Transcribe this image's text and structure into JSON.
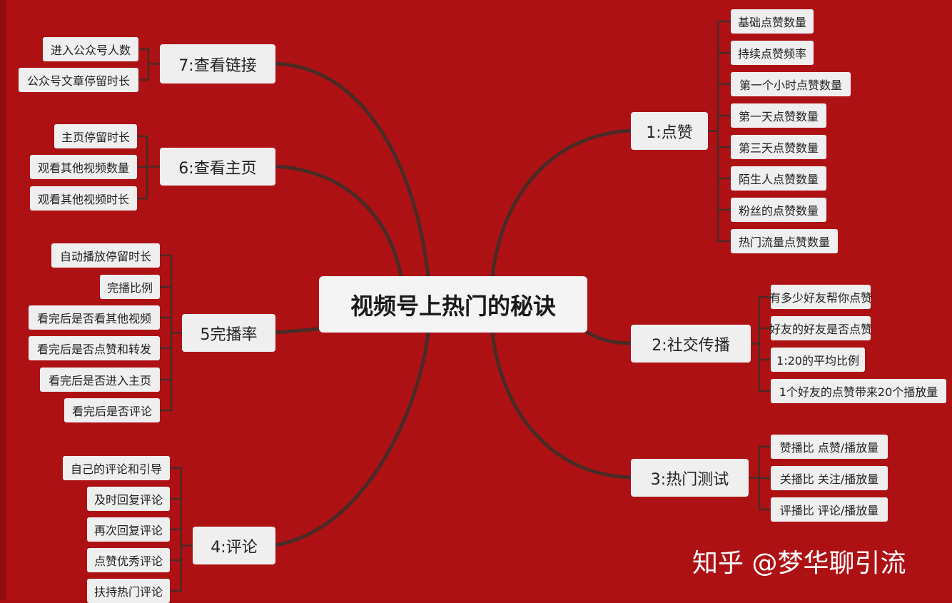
{
  "center": "视频号上热门的秘诀",
  "watermark": "知乎 @梦华聊引流",
  "branches": [
    {
      "label": "1:点赞",
      "leaves": [
        "基础点赞数量",
        "持续点赞频率",
        "第一个小时点赞数量",
        "第一天点赞数量",
        "第三天点赞数量",
        "陌生人点赞数量",
        "粉丝的点赞数量",
        "热门流量点赞数量"
      ]
    },
    {
      "label": "2:社交传播",
      "leaves": [
        "有多少好友帮你点赞",
        "好友的好友是否点赞",
        "1:20的平均比例",
        "1个好友的点赞带来20个播放量"
      ]
    },
    {
      "label": "3:热门测试",
      "leaves": [
        "赞播比 点赞/播放量",
        "关播比 关注/播放量",
        "评播比 评论/播放量"
      ]
    },
    {
      "label": "4:评论",
      "leaves": [
        "自己的评论和引导",
        "及时回复评论",
        "再次回复评论",
        "点赞优秀评论",
        "扶持热门评论"
      ]
    },
    {
      "label": "5完播率",
      "leaves": [
        "自动播放停留时长",
        "完播比例",
        "看完后是否看其他视频",
        "看完后是否点赞和转发",
        "看完后是否进入主页",
        "看完后是否评论"
      ]
    },
    {
      "label": "6:查看主页",
      "leaves": [
        "主页停留时长",
        "观看其他视频数量",
        "观看其他视频时长"
      ]
    },
    {
      "label": "7:查看链接",
      "leaves": [
        "进入公众号人数",
        "公众号文章停留时长"
      ]
    }
  ],
  "colors": {
    "background": "#ae1114",
    "node": "#efefef",
    "line": "#4a2a26"
  }
}
